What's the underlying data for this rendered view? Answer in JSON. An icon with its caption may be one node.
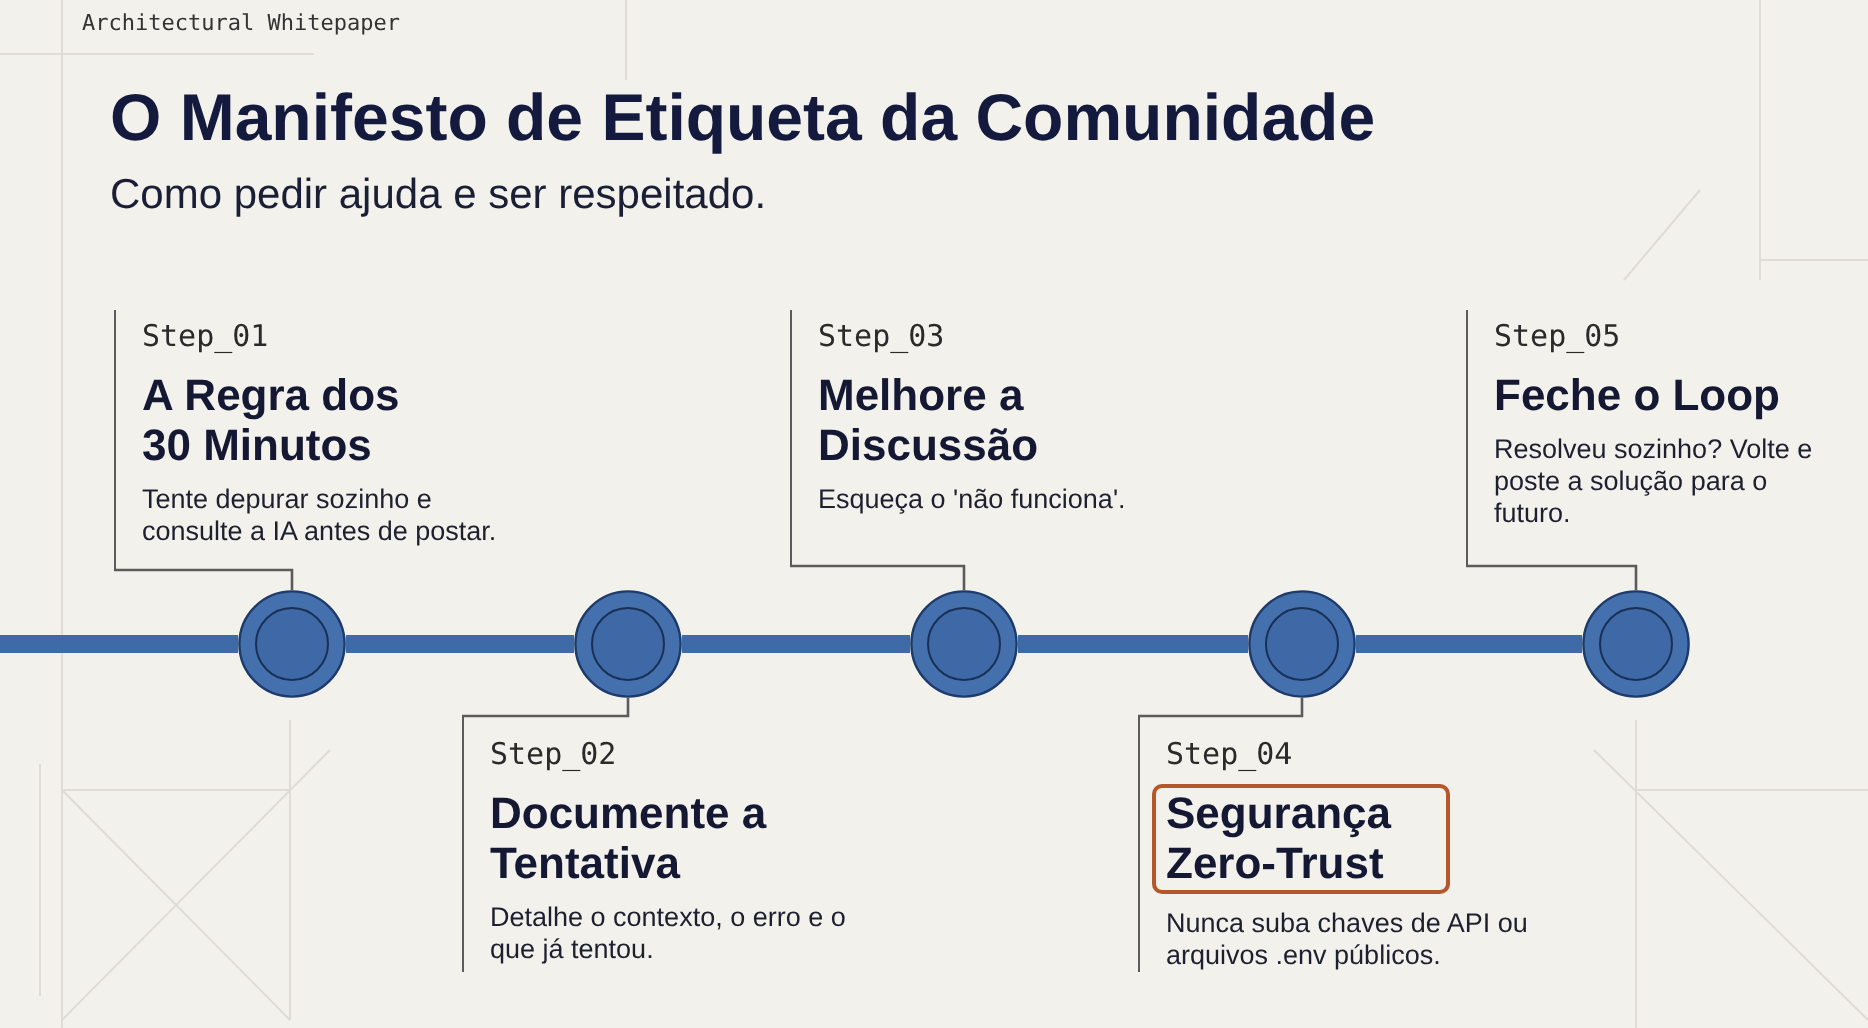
{
  "diagram": {
    "title": "O Manifesto de Etiqueta da Comunidade",
    "nodes": [
      {
        "text": [
          "Step_01",
          "A Regra dos 30 Minutos",
          "Tente depurar sozinho e consulte a IA antes de postar."
        ]
      },
      {
        "text": [
          "Step_02",
          "Documente a Tentativa",
          "Detalhe o contexto, o erro e o que já tentou."
        ]
      },
      {
        "text": [
          "Step_03",
          "Melhore a Discussão",
          "Esqueça o 'não funciona'."
        ]
      },
      {
        "text": [
          "Step_04",
          "Segurança Zero-Trust",
          "Nunca suba chaves de API ou arquivos .env públicos."
        ]
      },
      {
        "text": [
          "Step_05",
          "Feche o Loop",
          "Resolveu sozinho? Volte e poste a solução para o futuro."
        ]
      },
      {
        "text": [],
        "shape": "circle"
      },
      {
        "text": [],
        "shape": "circle"
      },
      {
        "text": [],
        "shape": "circle"
      },
      {
        "text": [],
        "shape": "circle"
      },
      {
        "text": [],
        "shape": "circle"
      }
    ],
    "edges": [
      {
        "from": 0,
        "to": 5,
        "arrow": "none"
      },
      {
        "from": 1,
        "to": 6,
        "arrow": "none"
      },
      {
        "from": 2,
        "to": 7,
        "arrow": "none"
      },
      {
        "from": 3,
        "to": 8,
        "arrow": "none"
      },
      {
        "from": 4,
        "to": 9,
        "arrow": "none"
      },
      {
        "from": null,
        "to": 5,
        "arrow": "none",
        "style": "thick",
        "color": "#3f6aa8"
      },
      {
        "from": 5,
        "to": 6,
        "arrow": "none",
        "style": "thick",
        "color": "#3f6aa8"
      },
      {
        "from": 6,
        "to": 7,
        "arrow": "none",
        "style": "thick",
        "color": "#3f6aa8"
      },
      {
        "from": 7,
        "to": 8,
        "arrow": "none",
        "style": "thick",
        "color": "#3f6aa8"
      },
      {
        "from": 8,
        "to": 9,
        "arrow": "none",
        "style": "thick",
        "color": "#3f6aa8"
      }
    ],
    "labels": [
      "Architectural Whitepaper",
      "Como pedir ajuda e ser respeitado."
    ]
  }
}
